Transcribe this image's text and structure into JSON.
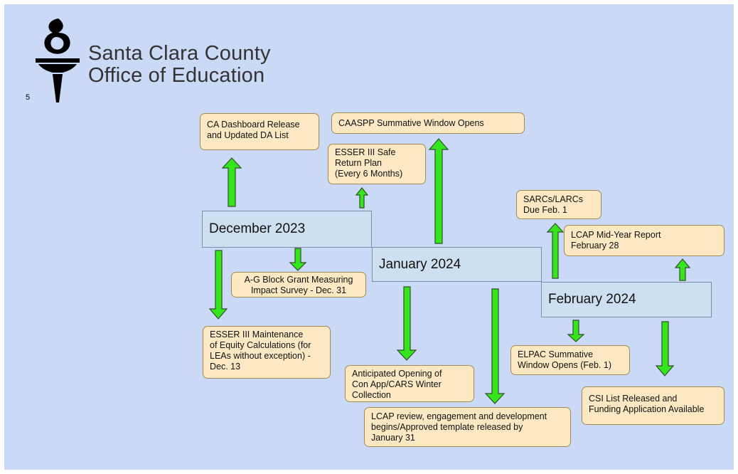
{
  "header": {
    "org_line1": "Santa Clara County",
    "org_line2": "Office of Education",
    "slide_number": "5",
    "logo_icon": "torch-logo-icon"
  },
  "months": {
    "dec": "December 2023",
    "jan": "January 2024",
    "feb": "February 2024"
  },
  "events": {
    "ca_dashboard": "CA Dashboard Release\nand Updated DA List",
    "caaspp": "CAASPP Summative Window Opens",
    "esser_safe_return": "ESSER III Safe\nReturn Plan\n(Every 6 Months)",
    "sarcs": "SARCs/LARCs\nDue Feb. 1",
    "lcap_midyear": "LCAP Mid-Year Report\nFebruary 28",
    "ag_block_grant": "A-G Block Grant Measuring\nImpact Survey - Dec. 31",
    "esser_maintenance": "ESSER III Maintenance\nof Equity Calculations (for\nLEAs without exception) -\nDec. 13",
    "con_app": "Anticipated Opening of\nCon App/CARS Winter\nCollection",
    "lcap_review": "LCAP review, engagement and development\nbegins/Approved template released by\nJanuary 31",
    "elpac": "ELPAC Summative\nWindow Opens (Feb. 1)",
    "csi_list": "CSI List Released and\nFunding Application Available"
  },
  "colors": {
    "background": "#c9d9f6",
    "month_box": "#cde0f1",
    "note_box": "#fde8c4",
    "arrow": "#36e61c"
  }
}
